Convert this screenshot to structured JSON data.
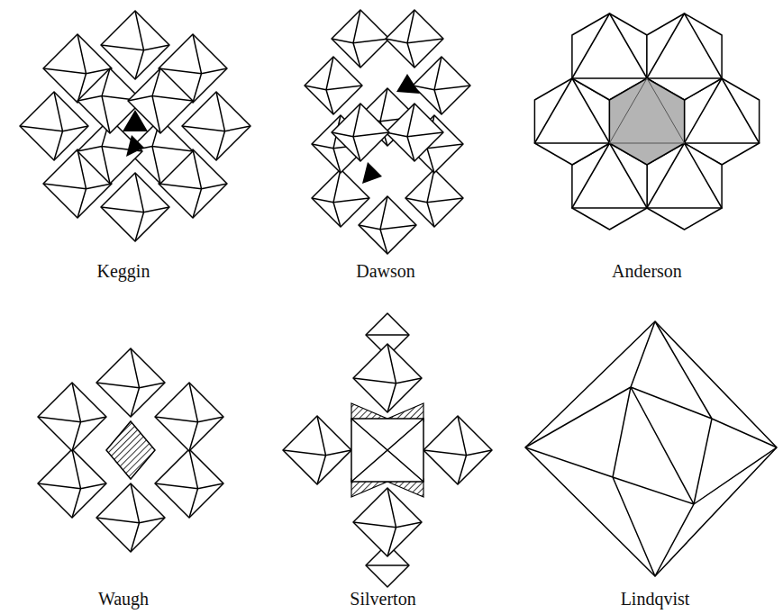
{
  "diagram": {
    "labels": [
      "Keggin",
      "Dawson",
      "Anderson",
      "Waugh",
      "Silverton",
      "Lindqvist"
    ]
  }
}
